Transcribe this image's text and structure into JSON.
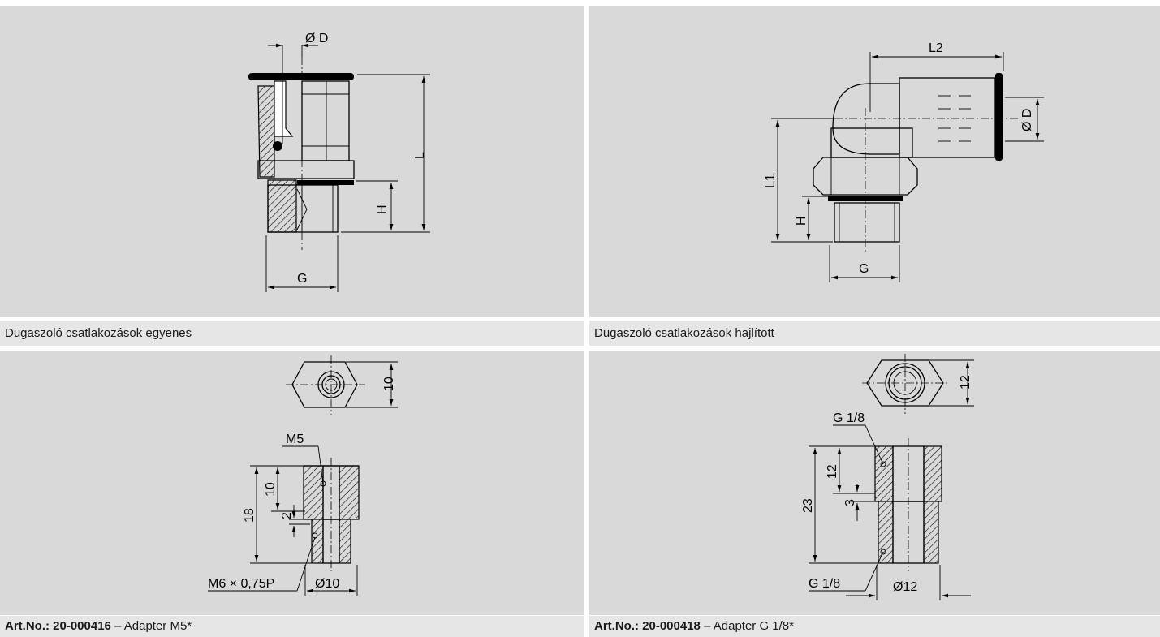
{
  "panels": [
    {
      "caption": "Dugaszoló csatlakozások egyenes",
      "dims": {
        "d": "Ø D",
        "l": "L",
        "h": "H",
        "g": "G"
      },
      "icons": [
        "straight-push-in-fitting-drawing"
      ]
    },
    {
      "caption": "Dugaszoló csatlakozások hajlított",
      "dims": {
        "l2": "L2",
        "d": "Ø D",
        "l1": "L1",
        "h": "H",
        "g": "G"
      },
      "icons": [
        "elbow-push-in-fitting-drawing"
      ]
    },
    {
      "caption_label": "Art.No.: 20-000416",
      "caption_rest": " – Adapter M5*",
      "dims": {
        "top": "10",
        "thread_top": "M5",
        "total": "18",
        "inner": "10",
        "small": "2",
        "thread_bottom": "M6 × 0,75P",
        "dia": "Ø10"
      },
      "icons": [
        "adapter-m5-drawing"
      ]
    },
    {
      "caption_label": "Art.No.: 20-000418",
      "caption_rest": " – Adapter G 1/8*",
      "dims": {
        "top": "12",
        "thread_top": "G 1/8",
        "total": "23",
        "inner": "12",
        "small": "3",
        "thread_bottom": "G 1/8",
        "dia": "Ø12"
      },
      "icons": [
        "adapter-g18-drawing"
      ]
    }
  ],
  "colors": {
    "panel_bg": "#d9d9d9",
    "caption_bg": "#e6e6e6",
    "line": "#000000"
  }
}
